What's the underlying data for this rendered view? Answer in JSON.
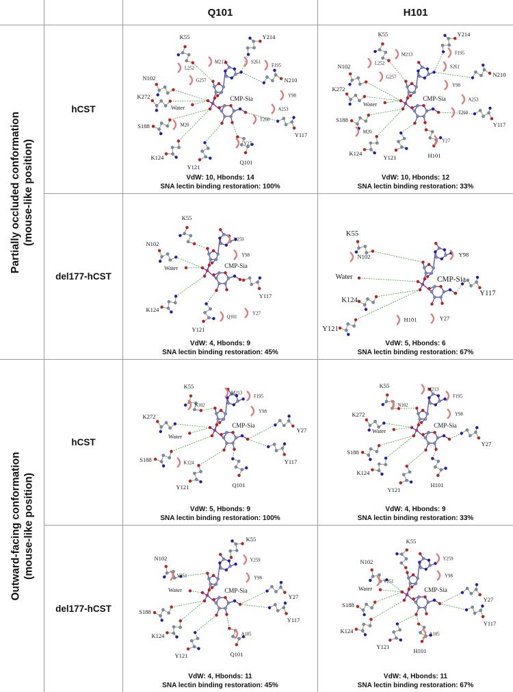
{
  "header": {
    "col_labels": [
      "Q101",
      "H101"
    ]
  },
  "groups": [
    {
      "line1": "Partially occluded conformation",
      "line2": "(mouse-like position)",
      "rows": [
        {
          "construct": "hCST",
          "panels": [
            {
              "ligand": "CMP-Sia",
              "residues": [
                "K55",
                "Y214",
                "N102",
                "N210",
                "K272",
                "Water",
                "S188",
                "Y117",
                "K124",
                "Y121",
                "Q101"
              ],
              "hydrophobic": [
                "M213",
                "S261",
                "F195",
                "L252",
                "G257",
                "Y98",
                "A253",
                "T260",
                "M20",
                "Y27"
              ],
              "stats": "VdW: 10, Hbonds: 14",
              "restoration": "SNA lectin binding restoration: 100%"
            },
            {
              "ligand": "CMP-Sia",
              "residues": [
                "K55",
                "Y214",
                "N102",
                "N210",
                "K272",
                "Water",
                "S188",
                "Y117",
                "K124",
                "Y121",
                "H101"
              ],
              "hydrophobic": [
                "M213",
                "F195",
                "L252",
                "S261",
                "G257",
                "Y98",
                "A253",
                "T260",
                "M20",
                "Y27"
              ],
              "stats": "VdW: 10, Hbonds: 12",
              "restoration": "SNA lectin binding restoration: 33%"
            }
          ]
        },
        {
          "construct": "del177-hCST",
          "panels": [
            {
              "ligand": "CMP-Sia",
              "residues": [
                "K55",
                "N102",
                "Water",
                "K124",
                "Y117",
                "Y121"
              ],
              "hydrophobic": [
                "Y259",
                "Y98",
                "Q101",
                "Y27"
              ],
              "stats": "VdW: 4, Hbonds: 9",
              "restoration": "SNA lectin binding restoration: 45%"
            },
            {
              "ligand": "CMP-Sia",
              "residues": [
                "K55",
                "Water",
                "K124",
                "Y117",
                "Y121"
              ],
              "hydrophobic": [
                "N102",
                "Y98",
                "H101",
                "Y27"
              ],
              "stats": "VdW: 5, Hbonds: 6",
              "restoration": "SNA lectin binding restoration: 67%"
            }
          ]
        }
      ]
    },
    {
      "line1": "Outward-facing conformation",
      "line2": "(mouse-like position)",
      "rows": [
        {
          "construct": "hCST",
          "panels": [
            {
              "ligand": "CMP-Sia",
              "residues": [
                "K55",
                "K272",
                "Water",
                "Y27",
                "S188",
                "Y117",
                "Y121",
                "Q101"
              ],
              "hydrophobic": [
                "M213",
                "F195",
                "N102",
                "Y98",
                "K124"
              ],
              "stats": "VdW: 5, Hbonds: 9",
              "restoration": "SNA lectin binding restoration: 100%"
            },
            {
              "ligand": "CMP-Sia",
              "residues": [
                "K55",
                "K272",
                "Water",
                "Y27",
                "S188",
                "K124",
                "Y121",
                "H101"
              ],
              "hydrophobic": [
                "M213",
                "F195",
                "N102",
                "Y98"
              ],
              "stats": "VdW: 4, Hbonds: 9",
              "restoration": "SNA lectin binding restoration: 33%"
            }
          ]
        },
        {
          "construct": "del177-hCST",
          "panels": [
            {
              "ligand": "CMP-Sia",
              "residues": [
                "K55",
                "N102",
                "Water",
                "Y27",
                "S188",
                "Y117",
                "K124",
                "Y121",
                "Q101"
              ],
              "hydrophobic": [
                "Y259",
                "V251",
                "Y98",
                "A105"
              ],
              "stats": "VdW: 4, Hbonds: 11",
              "restoration": "SNA lectin binding restoration: 45%"
            },
            {
              "ligand": "CMP-Sia",
              "residues": [
                "K55",
                "N102",
                "Water",
                "Y27",
                "S188",
                "Y117",
                "K124",
                "Y121",
                "H101"
              ],
              "hydrophobic": [
                "Y259",
                "V251",
                "Y98",
                "A105"
              ],
              "stats": "VdW: 4, Hbonds: 11",
              "restoration": "SNA lectin binding restoration: 67%"
            }
          ]
        }
      ]
    }
  ],
  "colors": {
    "border": "#9a9a9a",
    "nitrogen": "#1a1ac8",
    "oxygen": "#d01a1a",
    "carbon": "#6f8fc4",
    "phosphorus": "#c02a9a",
    "ligand_bond": "#5a3aa0",
    "residue_bond": "#a09a50",
    "hbond": "#3aa03a",
    "hydrophobic_arc": "#e07a7a"
  }
}
